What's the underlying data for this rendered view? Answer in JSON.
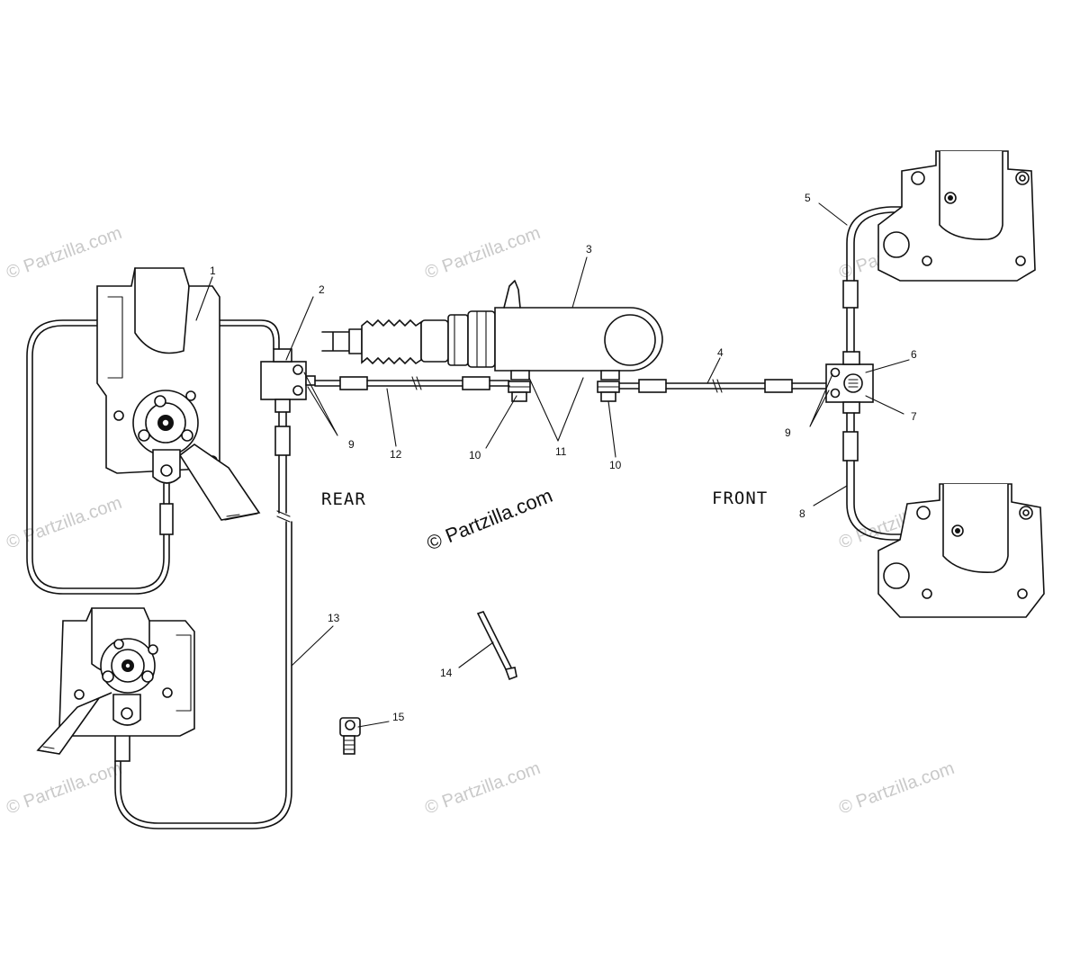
{
  "watermark": "© Partzilla.com",
  "sections": {
    "rear": "REAR",
    "front": "FRONT"
  },
  "callouts": {
    "c1": "1",
    "c2": "2",
    "c3": "3",
    "c4": "4",
    "c5": "5",
    "c6": "6",
    "c7": "7",
    "c8": "8",
    "c9a": "9",
    "c9b": "9",
    "c10a": "10",
    "c10b": "10",
    "c11": "11",
    "c12": "12",
    "c13": "13",
    "c14": "14",
    "c15": "15"
  }
}
